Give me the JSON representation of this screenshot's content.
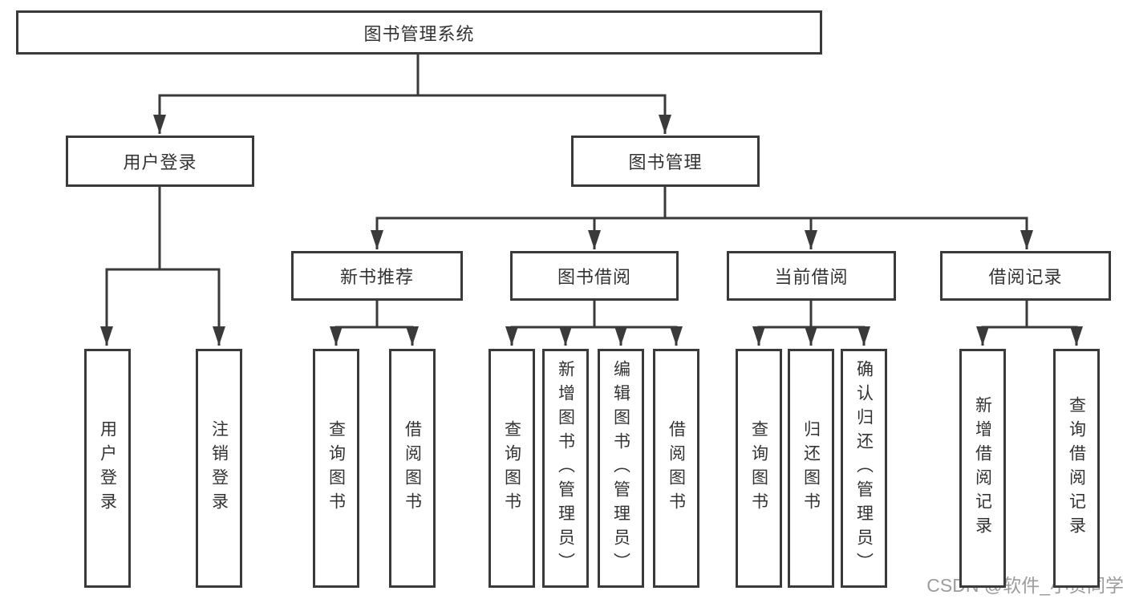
{
  "diagram": {
    "type": "tree",
    "tree": {
      "label": "图书管理系统",
      "children": [
        {
          "label": "用户登录",
          "children": [
            {
              "label": "用户登录"
            },
            {
              "label": "注销登录"
            }
          ]
        },
        {
          "label": "图书管理",
          "children": [
            {
              "label": "新书推荐",
              "children": [
                {
                  "label": "查询图书"
                },
                {
                  "label": "借阅图书"
                }
              ]
            },
            {
              "label": "图书借阅",
              "children": [
                {
                  "label": "查询图书"
                },
                {
                  "label": "新增图书（管理员）"
                },
                {
                  "label": "编辑图书（管理员）"
                },
                {
                  "label": "借阅图书"
                }
              ]
            },
            {
              "label": "当前借阅",
              "children": [
                {
                  "label": "查询图书"
                },
                {
                  "label": "归还图书"
                },
                {
                  "label": "确认归还（管理员）"
                }
              ]
            },
            {
              "label": "借阅记录",
              "children": [
                {
                  "label": "新增借阅记录"
                },
                {
                  "label": "查询借阅记录"
                }
              ]
            }
          ]
        }
      ]
    },
    "colors": {
      "line": "#3a3a3a",
      "box_border": "#3a3a3a",
      "text": "#333333",
      "background": "#ffffff",
      "watermark": "#9c9c9c"
    }
  },
  "watermark": {
    "text": "CSDN @软件_小贺同学"
  }
}
